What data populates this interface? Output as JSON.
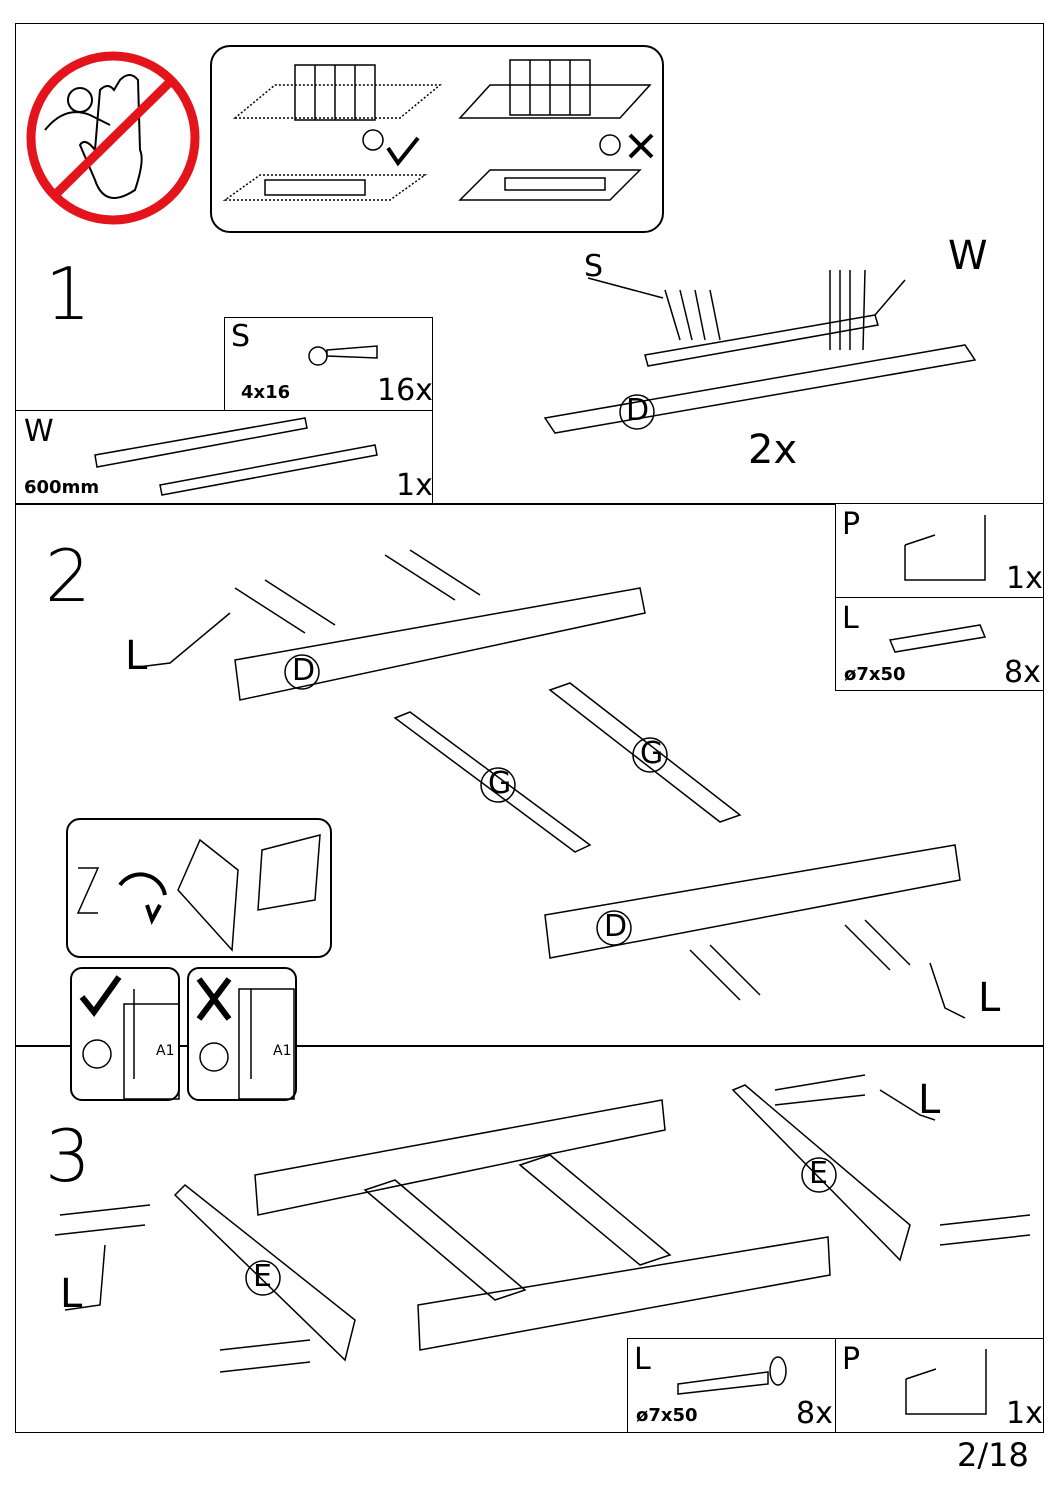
{
  "steps": [
    {
      "number": "1",
      "parts": [
        {
          "letter": "S",
          "size": "4x16",
          "qty": "16x"
        },
        {
          "letter": "W",
          "size": "600mm",
          "qty": "1x"
        }
      ],
      "labels": {
        "screw": "S",
        "rail": "W",
        "panel": "D",
        "repeat": "2x"
      }
    },
    {
      "number": "2",
      "parts": [
        {
          "letter": "P",
          "qty": "1x"
        },
        {
          "letter": "L",
          "size": "ø7x50",
          "qty": "8x"
        }
      ],
      "labels": {
        "panel_top": "D",
        "panel_bottom": "D",
        "slat_1": "G",
        "slat_2": "G",
        "screw_left": "L",
        "screw_right": "L",
        "correct_tag": "A1",
        "wrong_tag": "A1"
      }
    },
    {
      "number": "3",
      "parts": [
        {
          "letter": "L",
          "size": "ø7x50",
          "qty": "8x"
        },
        {
          "letter": "P",
          "qty": "1x"
        }
      ],
      "labels": {
        "end_left": "E",
        "end_right": "E",
        "screw_left": "L",
        "screw_right": "L"
      }
    }
  ],
  "page_number": "2/18",
  "colors": {
    "warning_red": "#e3141b",
    "line": "#000000"
  }
}
